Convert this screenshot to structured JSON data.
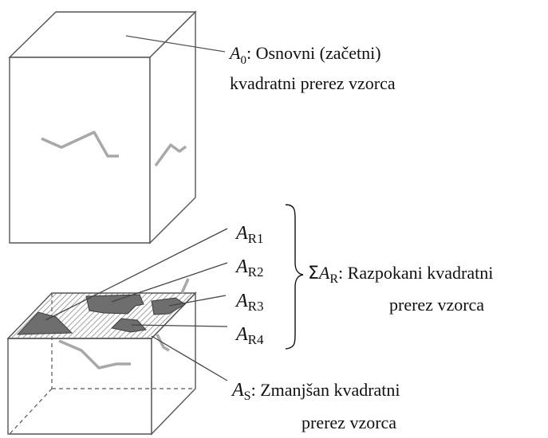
{
  "labels": {
    "a0": {
      "symbol": "A",
      "subscript": "0",
      "line1": ": Osnovni (začetni)",
      "line2": "kvadratni prerez vzorca"
    },
    "ar1": {
      "symbol": "A",
      "subscript": "R1"
    },
    "ar2": {
      "symbol": "A",
      "subscript": "R2"
    },
    "ar3": {
      "symbol": "A",
      "subscript": "R3"
    },
    "ar4": {
      "symbol": "A",
      "subscript": "R4"
    },
    "sum": {
      "sigma": "Σ",
      "symbol": "A",
      "subscript": "R",
      "line1": ": Razpokani kvadratni",
      "line2": "prerez vzorca"
    },
    "as": {
      "symbol": "A",
      "subscript": "S",
      "line1": ": Zmanjšan kvadratni",
      "line2": "prerez vzorca"
    }
  },
  "colors": {
    "outline": "#555555",
    "crack": "#a8a8a8",
    "region": "#6e6e6e",
    "hatch": "#8a8a8a"
  }
}
